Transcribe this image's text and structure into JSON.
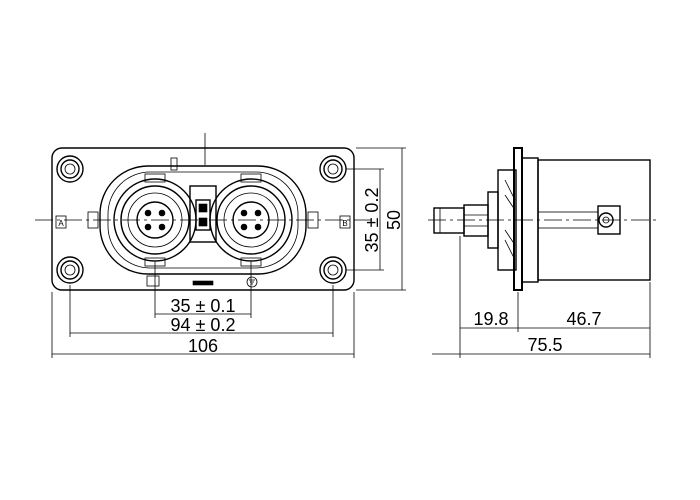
{
  "dimensions": {
    "pin_spacing": "35 ± 0.1",
    "mount_hole_spacing": "94 ± 0.2",
    "overall_width": "106",
    "vertical_hole_spacing": "35 ± 0.2",
    "overall_height": "50",
    "front_depth": "19.8",
    "rear_depth": "46.7",
    "overall_depth": "75.5"
  },
  "markings": {
    "terminal_a": "A",
    "terminal_b": "B"
  },
  "icons": [
    "mounting-hole-icon",
    "pin-socket-icon",
    "earth-symbol-icon"
  ]
}
